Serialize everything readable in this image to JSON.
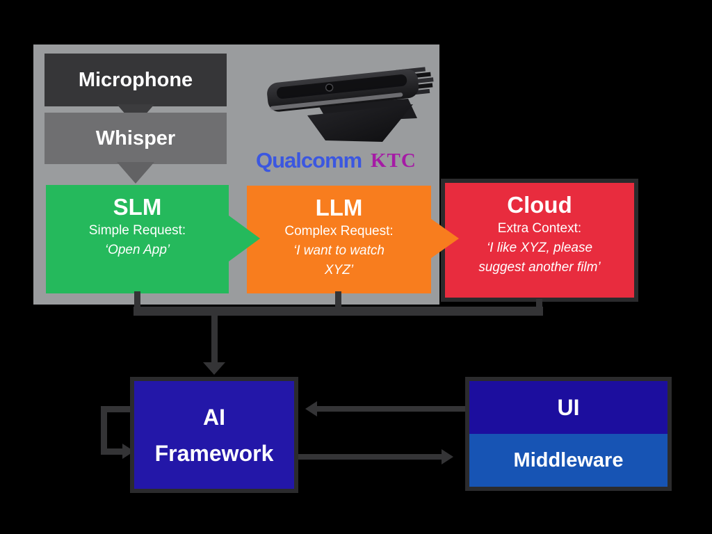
{
  "panel": {
    "microphone_label": "Microphone",
    "whisper_label": "Whisper",
    "slm": {
      "title": "SLM",
      "line1": "Simple Request:",
      "line2": "‘Open App’"
    },
    "llm": {
      "title": "LLM",
      "line1": "Complex Request:",
      "line2": "‘I want to watch",
      "line3": "XYZ’"
    },
    "logos": {
      "qualcomm": "Qualcomm",
      "ktc": "KTC"
    }
  },
  "cloud": {
    "title": "Cloud",
    "line1": "Extra Context:",
    "line2": "‘I like XYZ, please",
    "line3": "suggest another film’"
  },
  "framework": {
    "line1": "AI",
    "line2": "Framework"
  },
  "ui_stack": {
    "ui_label": "UI",
    "middleware_label": "Middleware"
  },
  "colors": {
    "background": "#000000",
    "panel_gray": "#9a9c9e",
    "microphone_box": "#363638",
    "whisper_box": "#6f6f71",
    "slm_green": "#25b95c",
    "llm_orange": "#f87d1e",
    "cloud_red": "#e82c3e",
    "ai_framework_blue": "#2317a8",
    "ui_indigo": "#1c0e9e",
    "middleware_blue": "#1754b4",
    "connector_charcoal": "#343436",
    "qualcomm_blue": "#3b57e0",
    "ktc_purple": "#a51ba5"
  },
  "icons": {
    "device": "camera-soundbar-device-image",
    "flow_arrows": "down-and-right-flow-arrows"
  }
}
